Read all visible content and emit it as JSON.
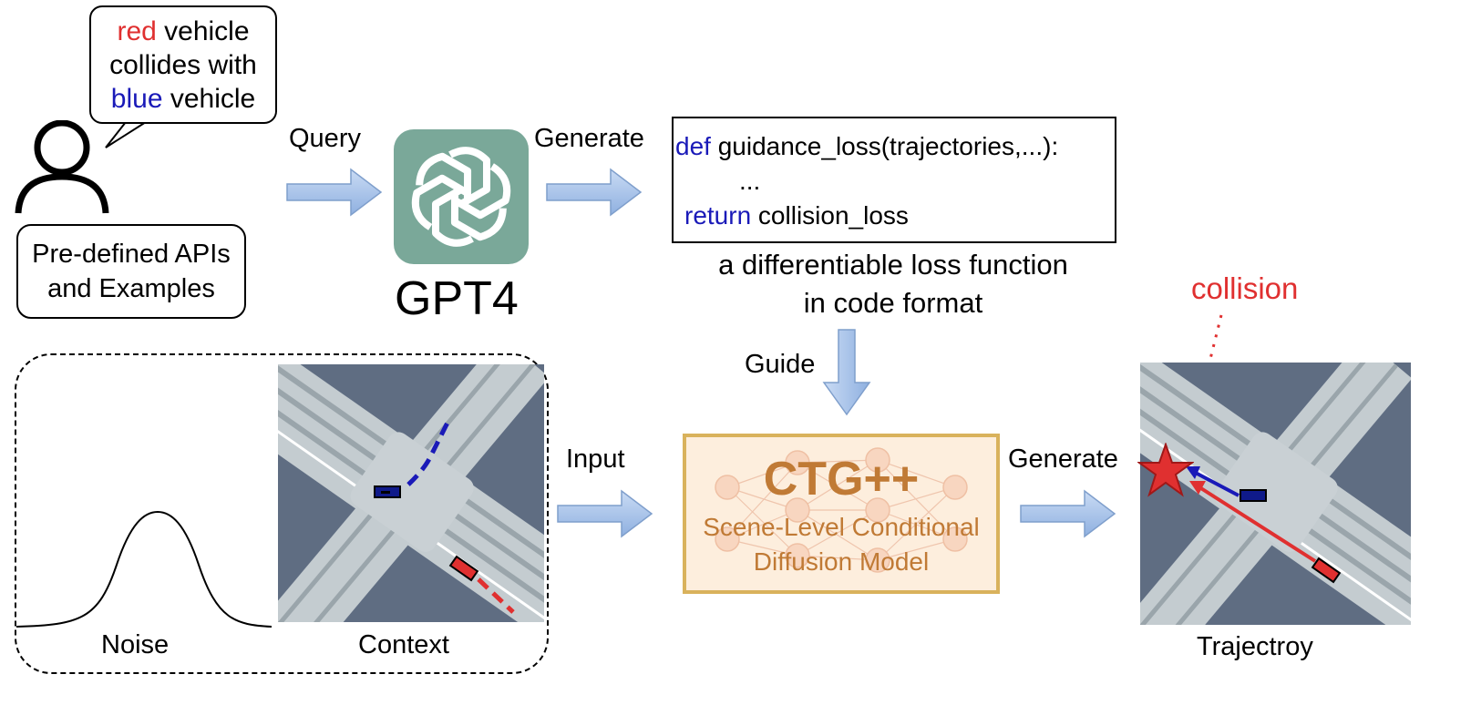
{
  "speech": {
    "line1_red": "red",
    "line1_rest": " vehicle",
    "line2": "collides with",
    "line3_blue": "blue",
    "line3_rest": " vehicle"
  },
  "apis_box": {
    "line1": "Pre-defined APIs",
    "line2": "and Examples"
  },
  "labels": {
    "query": "Query",
    "generate_top": "Generate",
    "guide": "Guide",
    "input": "Input",
    "generate_bottom": "Generate",
    "noise": "Noise",
    "context": "Context",
    "trajectory": "Trajectroy",
    "collision": "collision"
  },
  "gpt": {
    "label": "GPT4"
  },
  "code": {
    "kw_def": "def",
    "sig": " guidance_loss(trajectories,...):",
    "ellipsis": "...",
    "kw_return": "return",
    "ret": " collision_loss"
  },
  "caption": {
    "line1": "a differentiable loss function",
    "line2": "in code format"
  },
  "model": {
    "title": "CTG++",
    "sub1": "Scene-Level Conditional",
    "sub2": "Diffusion Model"
  },
  "colors": {
    "arrow": "#a9c3ea",
    "tile": "#7aa899",
    "model_fill": "#fdeedd",
    "model_border": "#d9b25c",
    "model_text": "#c07a35",
    "red": "#e03030",
    "blue": "#1a1ab8"
  },
  "icons": [
    "person-icon",
    "openai-logo-icon",
    "collision-star-icon"
  ]
}
